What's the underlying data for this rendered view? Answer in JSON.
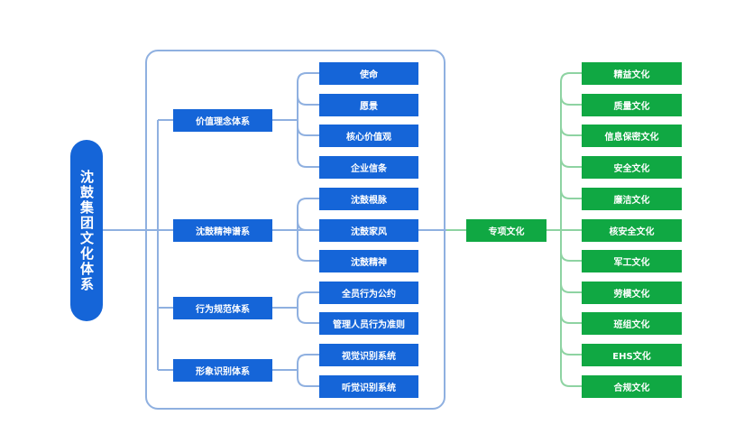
{
  "root": {
    "label": "沈鼓集团文化体系"
  },
  "groups": [
    {
      "label": "价值理念体系",
      "children": [
        "使命",
        "愿景",
        "核心价值观",
        "企业信条"
      ]
    },
    {
      "label": "沈鼓精神谱系",
      "children": [
        "沈鼓根脉",
        "沈鼓家风",
        "沈鼓精神"
      ]
    },
    {
      "label": "行为规范体系",
      "children": [
        "全员行为公约",
        "管理人员行为准则"
      ]
    },
    {
      "label": "形象识别体系",
      "children": [
        "视觉识别系统",
        "听觉识别系统"
      ]
    }
  ],
  "special": {
    "label": "专项文化",
    "children": [
      "精益文化",
      "质量文化",
      "信息保密文化",
      "安全文化",
      "廉洁文化",
      "核安全文化",
      "军工文化",
      "劳模文化",
      "班组文化",
      "EHS文化",
      "合规文化"
    ]
  },
  "colors": {
    "blue": "#1565d8",
    "blue_line": "#8fb0e0",
    "green": "#10a843",
    "green_line": "#8ed3a2"
  }
}
